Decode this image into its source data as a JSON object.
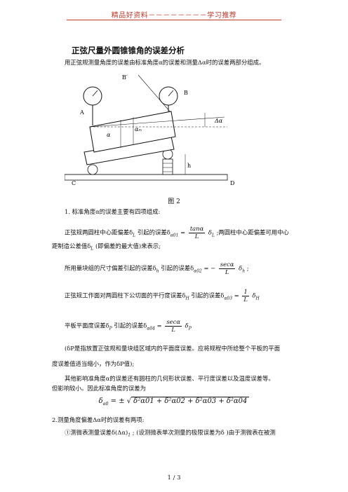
{
  "header": {
    "text": "精品好资料－－－－－－－－学习推荐"
  },
  "title": "正弦尺量外圆锥锥角的误差分析",
  "intro": "用正弦规测量角度的误差由标准角度α的误差和测量Δα时的误差两部分组成。",
  "figure": {
    "labels": {
      "b_prime": "B′",
      "b": "B",
      "a": "A",
      "c": "C",
      "d": "D",
      "h": "h",
      "alpha": "α",
      "alpha_m": "αₘ",
      "delta_alpha": "Δα"
    },
    "caption": "图  2"
  },
  "section1": {
    "heading": "1.  标准角度α的误差主要有四项组成:",
    "item1_a": "正弦规两圆柱中心距偏差δ",
    "item1_sub": "L",
    "item1_b": "引起的误差δ",
    "item1_sub2": "α01",
    "item1_eq": "=",
    "item1_num": "tanα",
    "item1_den": "L",
    "item1_tail": "δ",
    "item1_tail_sub": "L",
    "item1_c": ";两圆柱中心距偏差可用中心",
    "item1_line2": "距制造公差值δ",
    "item1_line2_sub": "L",
    "item1_line2_b": "(即偏差的最大值)来表示;",
    "item2_a": "所用量块组的尺寸偏差引起的误差δ",
    "item2_sub": "h",
    "item2_b": "引起的误差δ",
    "item2_sub2": "α02",
    "item2_eq": "= −",
    "item2_num": "secα",
    "item2_den": "L",
    "item2_tail": "δ",
    "item2_tail_sub": "h",
    "item2_end": ";",
    "item3_a": "正弦规工作面对两圆柱下公切面的平行度误差δ",
    "item3_sub": "H",
    "item3_b": "引起的误差δ",
    "item3_sub2": "α03",
    "item3_eq": "=",
    "item3_num": "1",
    "item3_den": "L",
    "item3_tail": "δ",
    "item3_tail_sub": "H",
    "item4_a": "平板平面度误差δ",
    "item4_sub": "P",
    "item4_b": "引起的误差δ",
    "item4_sub2": "α04",
    "item4_eq": "=",
    "item4_num": "secα",
    "item4_den": "L",
    "item4_tail": "δ",
    "item4_tail_sub": "P",
    "note_line1": "(δP是指放置正弦规和量块组区域内的平面度误差。应将规程中所给整个平板的平面",
    "note_line2": "度误差值适当缩小，作为δP值);",
    "other_line1": "其他影响准角度α的误差还有圆柱的几何形状误差、平行度误差以及温度误差等。",
    "other_line2": "但影响较小。因此标准角度的误差为",
    "total_lhs": "δ",
    "total_lhs_sub": "α0",
    "total_eq": "= ±",
    "total_sqrt": "δ²α01 + δ²α02 + δ²α03 + δ²α04"
  },
  "section2": {
    "heading": "2.测量角度偏差Δα时的误差有两项:",
    "item1": "①测微表测量误差δ(Δα)",
    "item1_sub": "1",
    "item1_b": "; (设测微表单次测量的极限误差为δ )由于测微表在被测"
  },
  "footer": {
    "page": "1 / 3"
  }
}
